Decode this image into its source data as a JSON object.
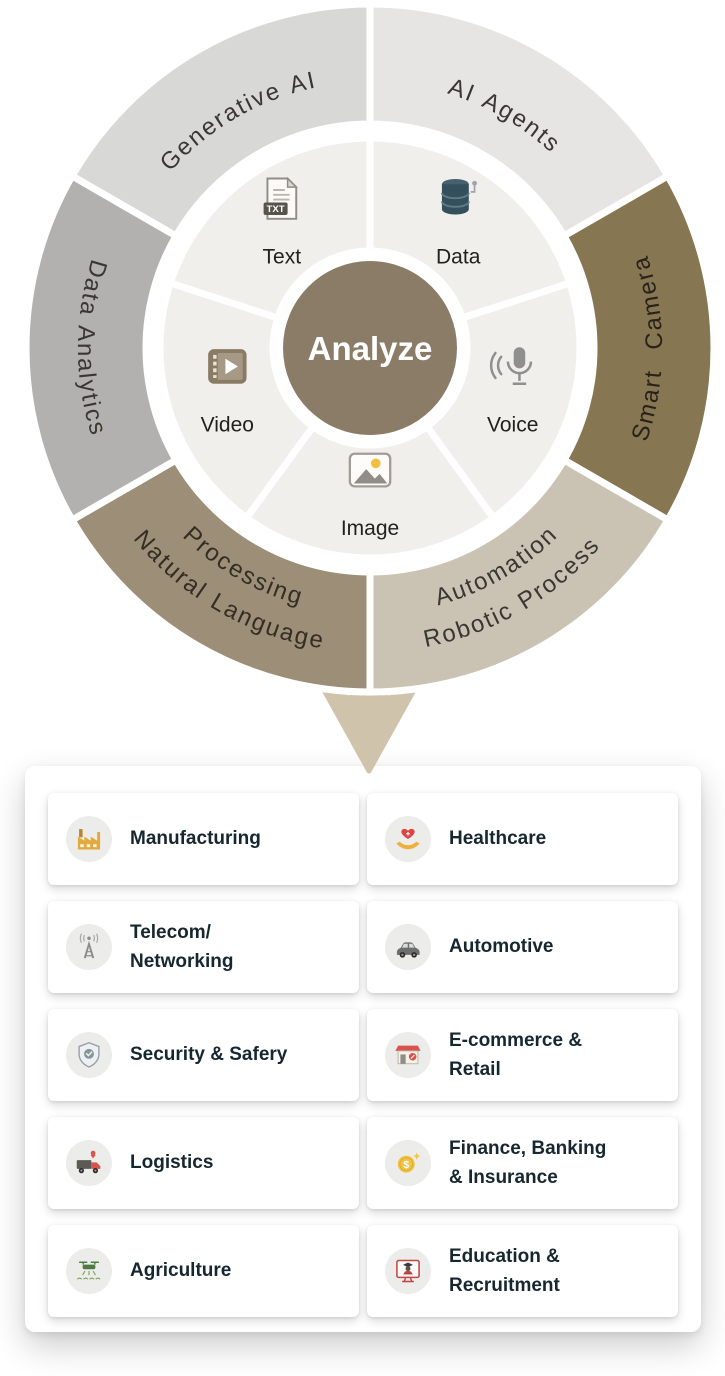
{
  "diagram": {
    "center": {
      "label": "Analyze"
    },
    "outer_segments": [
      {
        "label": "Generative AI",
        "lines": [
          "Generative AI"
        ],
        "mid": 120,
        "dir": "cw",
        "color": "#d8d8d6",
        "text_color": "#3a3733"
      },
      {
        "label": "AI Agents",
        "lines": [
          "AI Agents"
        ],
        "mid": 60,
        "dir": "cw",
        "color": "#e6e5e3",
        "text_color": "#3a3733"
      },
      {
        "label": "Smart Camera",
        "lines": [
          "Smart Camera"
        ],
        "mid": 0,
        "dir": "ccw",
        "color": "#867652",
        "text_color": "#28221a"
      },
      {
        "label": "Robotic Process Automation",
        "lines": [
          "Robotic Process",
          "Automation"
        ],
        "mid": 300,
        "dir": "ccw",
        "color": "#cac2b3",
        "text_color": "#3a3733"
      },
      {
        "label": "Natural Language Processing",
        "lines": [
          "Natural Language",
          "Processing"
        ],
        "mid": 240,
        "dir": "ccw",
        "color": "#9d8e77",
        "text_color": "#332d23"
      },
      {
        "label": "Data Analytics",
        "lines": [
          "Data Analytics"
        ],
        "mid": 180,
        "dir": "ccw",
        "color": "#b2b1af",
        "text_color": "#3a3733"
      }
    ],
    "inner_segments": [
      {
        "label": "Text",
        "icon": "text-file",
        "mid": 126
      },
      {
        "label": "Data",
        "icon": "database",
        "mid": 54
      },
      {
        "label": "Voice",
        "icon": "microphone",
        "mid": 342
      },
      {
        "label": "Image",
        "icon": "image",
        "mid": 270
      },
      {
        "label": "Video",
        "icon": "video-player",
        "mid": 198
      }
    ],
    "colors": {
      "inner_ring": "#f1efec",
      "center": "#8a7c66",
      "center_text": "#ffffff",
      "arrow": "#d0c3ab"
    }
  },
  "industries": {
    "left": [
      {
        "label": "Manufacturing",
        "lines": [
          "Manufacturing"
        ],
        "icon": "factory"
      },
      {
        "label": "Telecom/ Networking",
        "lines": [
          "Telecom/",
          "Networking"
        ],
        "icon": "antenna-tower"
      },
      {
        "label": "Security & Safery",
        "lines": [
          "Security & Safery"
        ],
        "icon": "shield-check"
      },
      {
        "label": "Logistics",
        "lines": [
          "Logistics"
        ],
        "icon": "delivery-truck"
      },
      {
        "label": "Agriculture",
        "lines": [
          "Agriculture"
        ],
        "icon": "agri-drone"
      }
    ],
    "right": [
      {
        "label": "Healthcare",
        "lines": [
          "Healthcare"
        ],
        "icon": "heart-hands"
      },
      {
        "label": "Automotive",
        "lines": [
          "Automotive"
        ],
        "icon": "car"
      },
      {
        "label": "E-commerce & Retail",
        "lines": [
          "E-commerce &",
          "Retail"
        ],
        "icon": "storefront"
      },
      {
        "label": "Finance, Banking & Insurance",
        "lines": [
          "Finance, Banking",
          "& Insurance"
        ],
        "icon": "coin-dollar"
      },
      {
        "label": "Education & Recruitment",
        "lines": [
          "Education &",
          "Recruitment"
        ],
        "icon": "education-screen"
      }
    ]
  }
}
